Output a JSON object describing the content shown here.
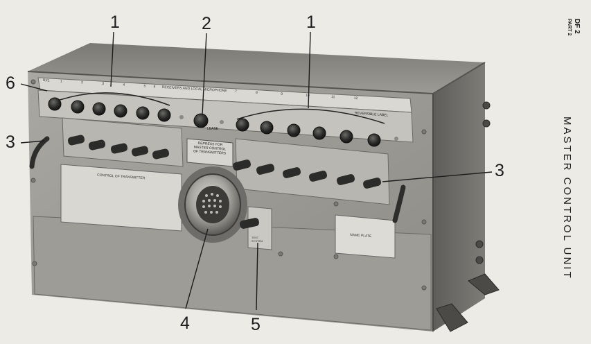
{
  "header": {
    "doc_id": "DF 2",
    "doc_part": "PART 2"
  },
  "title": "MASTER CONTROL UNIT",
  "callouts": [
    "1",
    "2",
    "1",
    "6",
    "3",
    "3",
    "4",
    "5"
  ],
  "panel": {
    "top_strip": [
      "RX1",
      "1",
      "2",
      "3",
      "4",
      "5",
      "6",
      "RECEIVERS AND LOCAL MICROPHONE",
      "7",
      "8",
      "9",
      "10",
      "11",
      "12"
    ],
    "release_label": "LEASE",
    "reversible_label": "REVERSIBLE LABEL",
    "depress_plate": [
      "DEPRESS FOR",
      "MASTER CONTROL",
      "OF TRANSMITTERS"
    ],
    "control_plate": "CONTROL OF TRANSMITTER",
    "name_plate": "NAME PLATE",
    "switch_plate": [
      "TEST",
      "SYSTEM"
    ]
  },
  "colors": {
    "paper": "#ecebe6",
    "chassis": "#8f8e89",
    "panel": "#bdbcb6",
    "ink": "#1c1c1c"
  }
}
